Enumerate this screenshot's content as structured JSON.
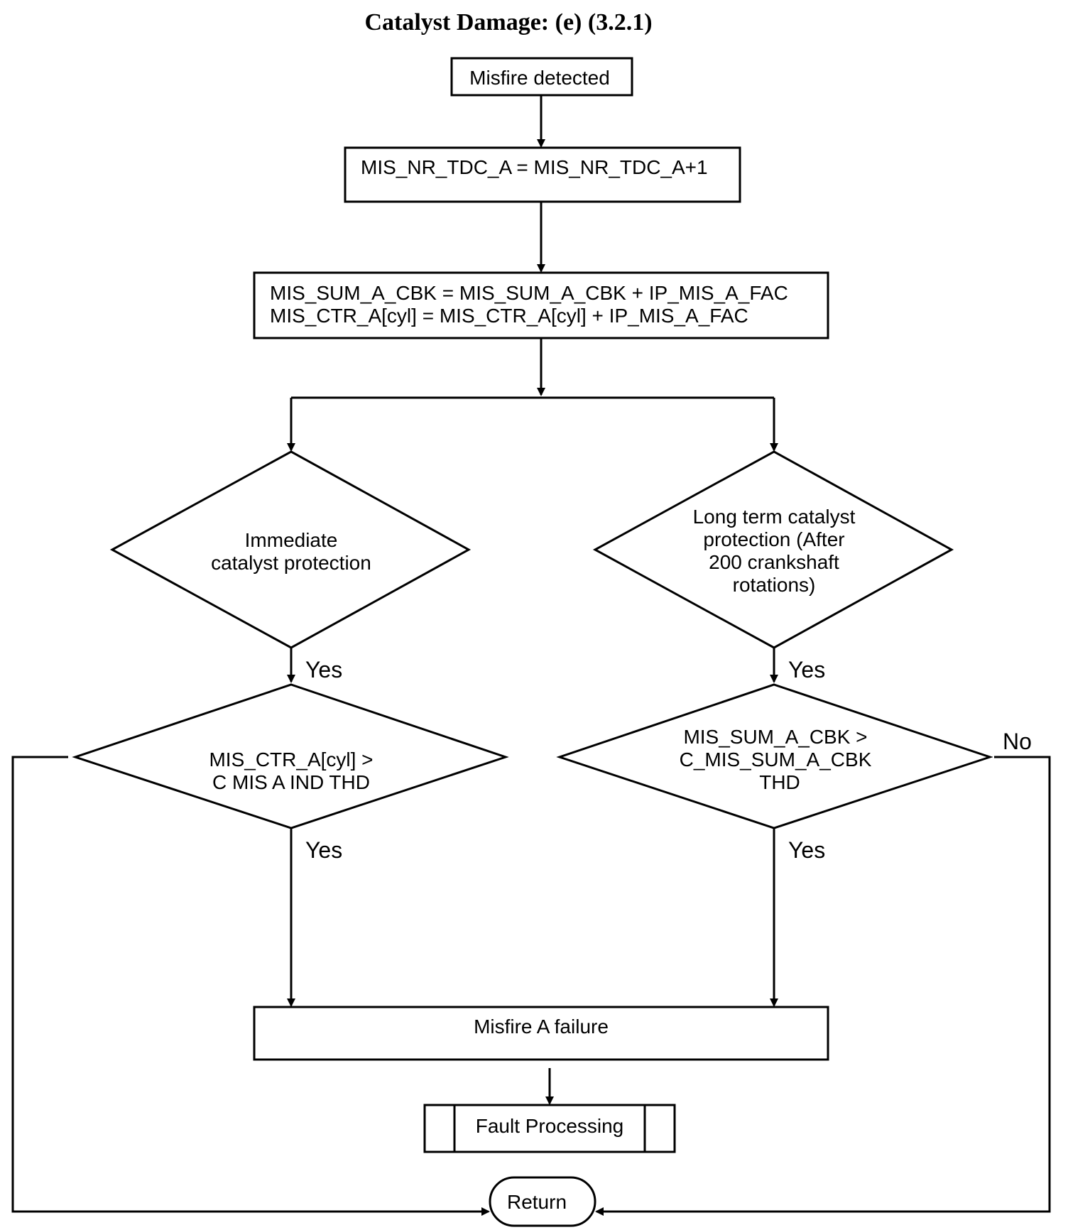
{
  "title": "Catalyst Damage: (e) (3.2.1)",
  "nodes": {
    "start": "Misfire detected",
    "increment_tdc": "MIS_NR_TDC_A = MIS_NR_TDC_A+1",
    "sum_line1": "MIS_SUM_A_CBK = MIS_SUM_A_CBK + IP_MIS_A_FAC",
    "sum_line2": "MIS_CTR_A[cyl] = MIS_CTR_A[cyl] + IP_MIS_A_FAC",
    "immediate_line1": "Immediate",
    "immediate_line2": "catalyst protection",
    "longterm_line1": "Long term catalyst",
    "longterm_line2": "protection (After",
    "longterm_line3": "200 crankshaft",
    "longterm_line4": "rotations)",
    "ctr_check_line1": "MIS_CTR_A[cyl] >",
    "ctr_check_line2": "C  MIS  A  IND  THD",
    "sum_check_line1": "MIS_SUM_A_CBK >",
    "sum_check_line2": "C_MIS_SUM_A_CBK",
    "sum_check_line3": "THD",
    "failure": "Misfire A failure",
    "fault": "Fault Processing",
    "end": "Return"
  },
  "edge_labels": {
    "yes_immediate": "Yes",
    "yes_longterm": "Yes",
    "yes_ctr": "Yes",
    "yes_sum": "Yes",
    "no_sum": "No"
  }
}
